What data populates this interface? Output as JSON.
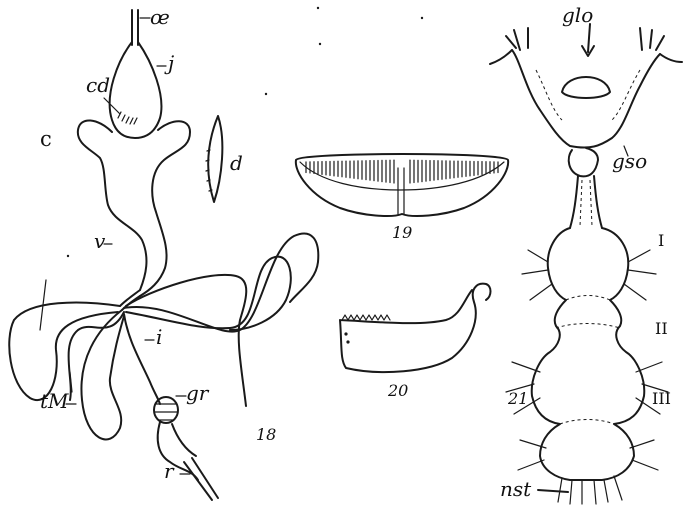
{
  "figures": {
    "fig18": {
      "number": "18",
      "labels": {
        "oe": "œ",
        "j": "j",
        "cd": "cd",
        "c": "c",
        "v": "v",
        "i": "i",
        "tm": "tM",
        "gr": "gr",
        "r": "r"
      }
    },
    "fig_d": {
      "label": "d"
    },
    "fig19": {
      "number": "19"
    },
    "fig20": {
      "number": "20"
    },
    "fig21": {
      "number": "21",
      "labels": {
        "glo": "glo",
        "gso": "gso",
        "nst": "nst"
      },
      "segments": [
        "I",
        "II",
        "III"
      ]
    }
  },
  "colors": {
    "ink": "#1a1a1a",
    "paper": "#ffffff"
  }
}
